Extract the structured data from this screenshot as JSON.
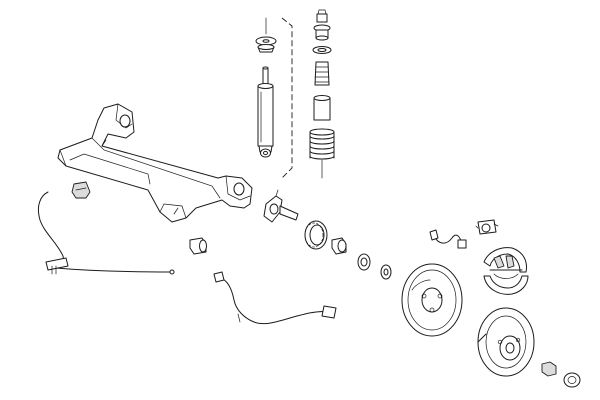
{
  "diagram": {
    "kind": "exploded rear axle and suspension parts drawing",
    "line_color": "#1c1c1c",
    "fill_color": "#ffffff",
    "shade_color": "#dcdcdc",
    "parts": [
      "top-mount-stack",
      "shock-absorber",
      "spring-strut-stack",
      "rear-axle-beam",
      "rubber-mount",
      "axle-bushing",
      "hub-carrier",
      "abs-sensor-ring",
      "wheel-bearing",
      "bearing-seal",
      "hub-nut-washer",
      "abs-cable-left",
      "abs-cable-center",
      "brake-hose",
      "brake-cylinder",
      "brake-shoes",
      "brake-backplate",
      "brake-drum",
      "hub-nut",
      "dust-cap"
    ]
  }
}
